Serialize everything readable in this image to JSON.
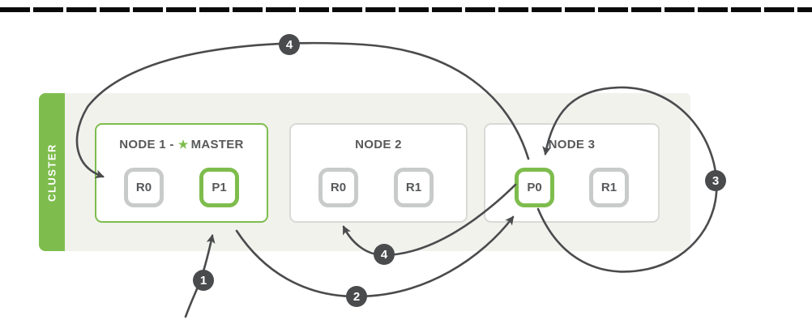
{
  "diagram": {
    "cluster_label": "CLUSTER",
    "nodes": [
      {
        "title": "NODE 1 -",
        "star_icon": "★",
        "master_label": "MASTER",
        "shards": [
          {
            "label": "R0",
            "type": "replica"
          },
          {
            "label": "P1",
            "type": "primary"
          }
        ]
      },
      {
        "title": "NODE 2",
        "shards": [
          {
            "label": "R0",
            "type": "replica"
          },
          {
            "label": "R1",
            "type": "replica"
          }
        ]
      },
      {
        "title": "NODE 3",
        "shards": [
          {
            "label": "P0",
            "type": "primary"
          },
          {
            "label": "R1",
            "type": "replica"
          }
        ]
      }
    ],
    "step_badges": {
      "step_1": "1",
      "step_2": "2",
      "step_3": "3",
      "step_4_to_node2": "4",
      "step_4_to_node1": "4"
    },
    "colors": {
      "green_accent": "#7EBD4D",
      "dark_gray": "#4A4B4D",
      "cluster_background": "#F1F2EC",
      "replica_border_gray": "#C9CACA",
      "node_border_gray": "#D9DAD6",
      "text_dark": "#57585A",
      "top_border_black": "#0A0A0A"
    }
  }
}
